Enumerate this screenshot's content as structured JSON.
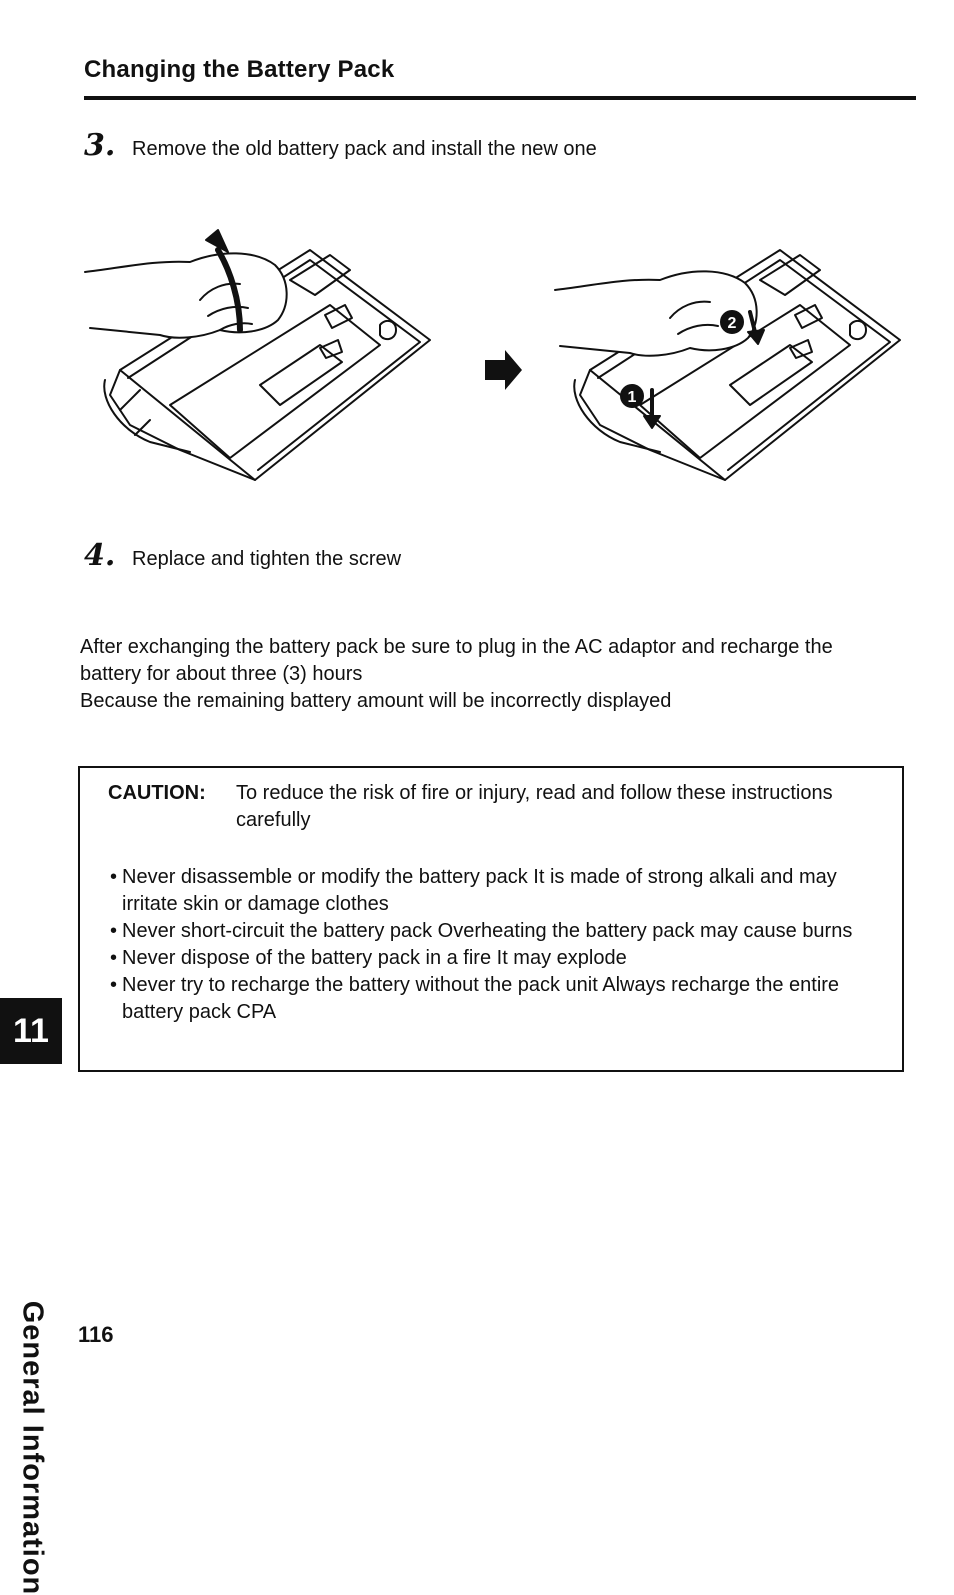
{
  "section": {
    "heading": "Changing the Battery Pack"
  },
  "steps": [
    {
      "number": "3.",
      "text": "Remove the old battery pack and install the new one"
    },
    {
      "number": "4.",
      "text": "Replace and tighten the screw"
    }
  ],
  "illustration": {
    "callouts": [
      "1",
      "2"
    ]
  },
  "note": {
    "lines": [
      "After exchanging the battery pack be sure to plug in the AC adaptor and recharge the battery for about three (3) hours",
      "Because the remaining battery amount will be incorrectly displayed"
    ]
  },
  "caution": {
    "label": "CAUTION:",
    "intro": "To reduce the risk of fire or injury, read and follow these instructions carefully",
    "items": [
      "Never disassemble or modify the battery pack It is made of strong alkali and may irritate skin or damage clothes",
      "Never short-circuit the battery pack Overheating the battery pack may cause burns",
      "Never dispose of the battery pack in a fire It may explode",
      "Never try to recharge the battery without the pack unit Always recharge the entire battery pack CPA"
    ]
  },
  "sidebar": {
    "chapter_title": "General Information",
    "chapter_number": "11"
  },
  "footer": {
    "page_number": "116"
  }
}
